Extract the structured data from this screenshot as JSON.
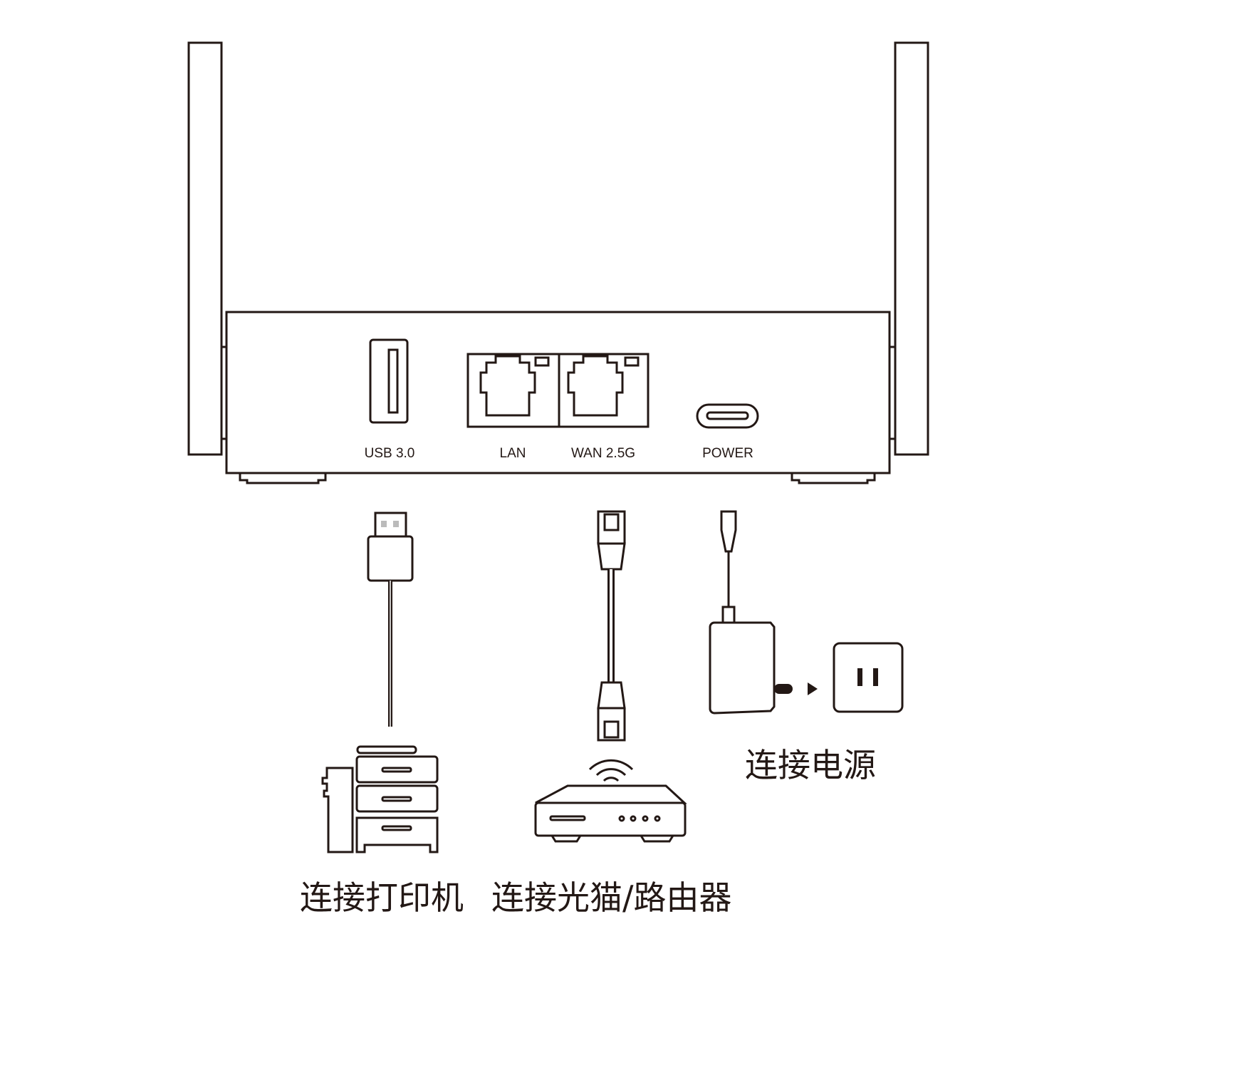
{
  "ports": {
    "usb": "USB 3.0",
    "lan": "LAN",
    "wan": "WAN 2.5G",
    "power": "POWER"
  },
  "captions": {
    "printer": "连接打印机",
    "modem": "连接光猫/路由器",
    "power": "连接电源"
  },
  "colors": {
    "line": "#231815",
    "background": "#ffffff"
  }
}
